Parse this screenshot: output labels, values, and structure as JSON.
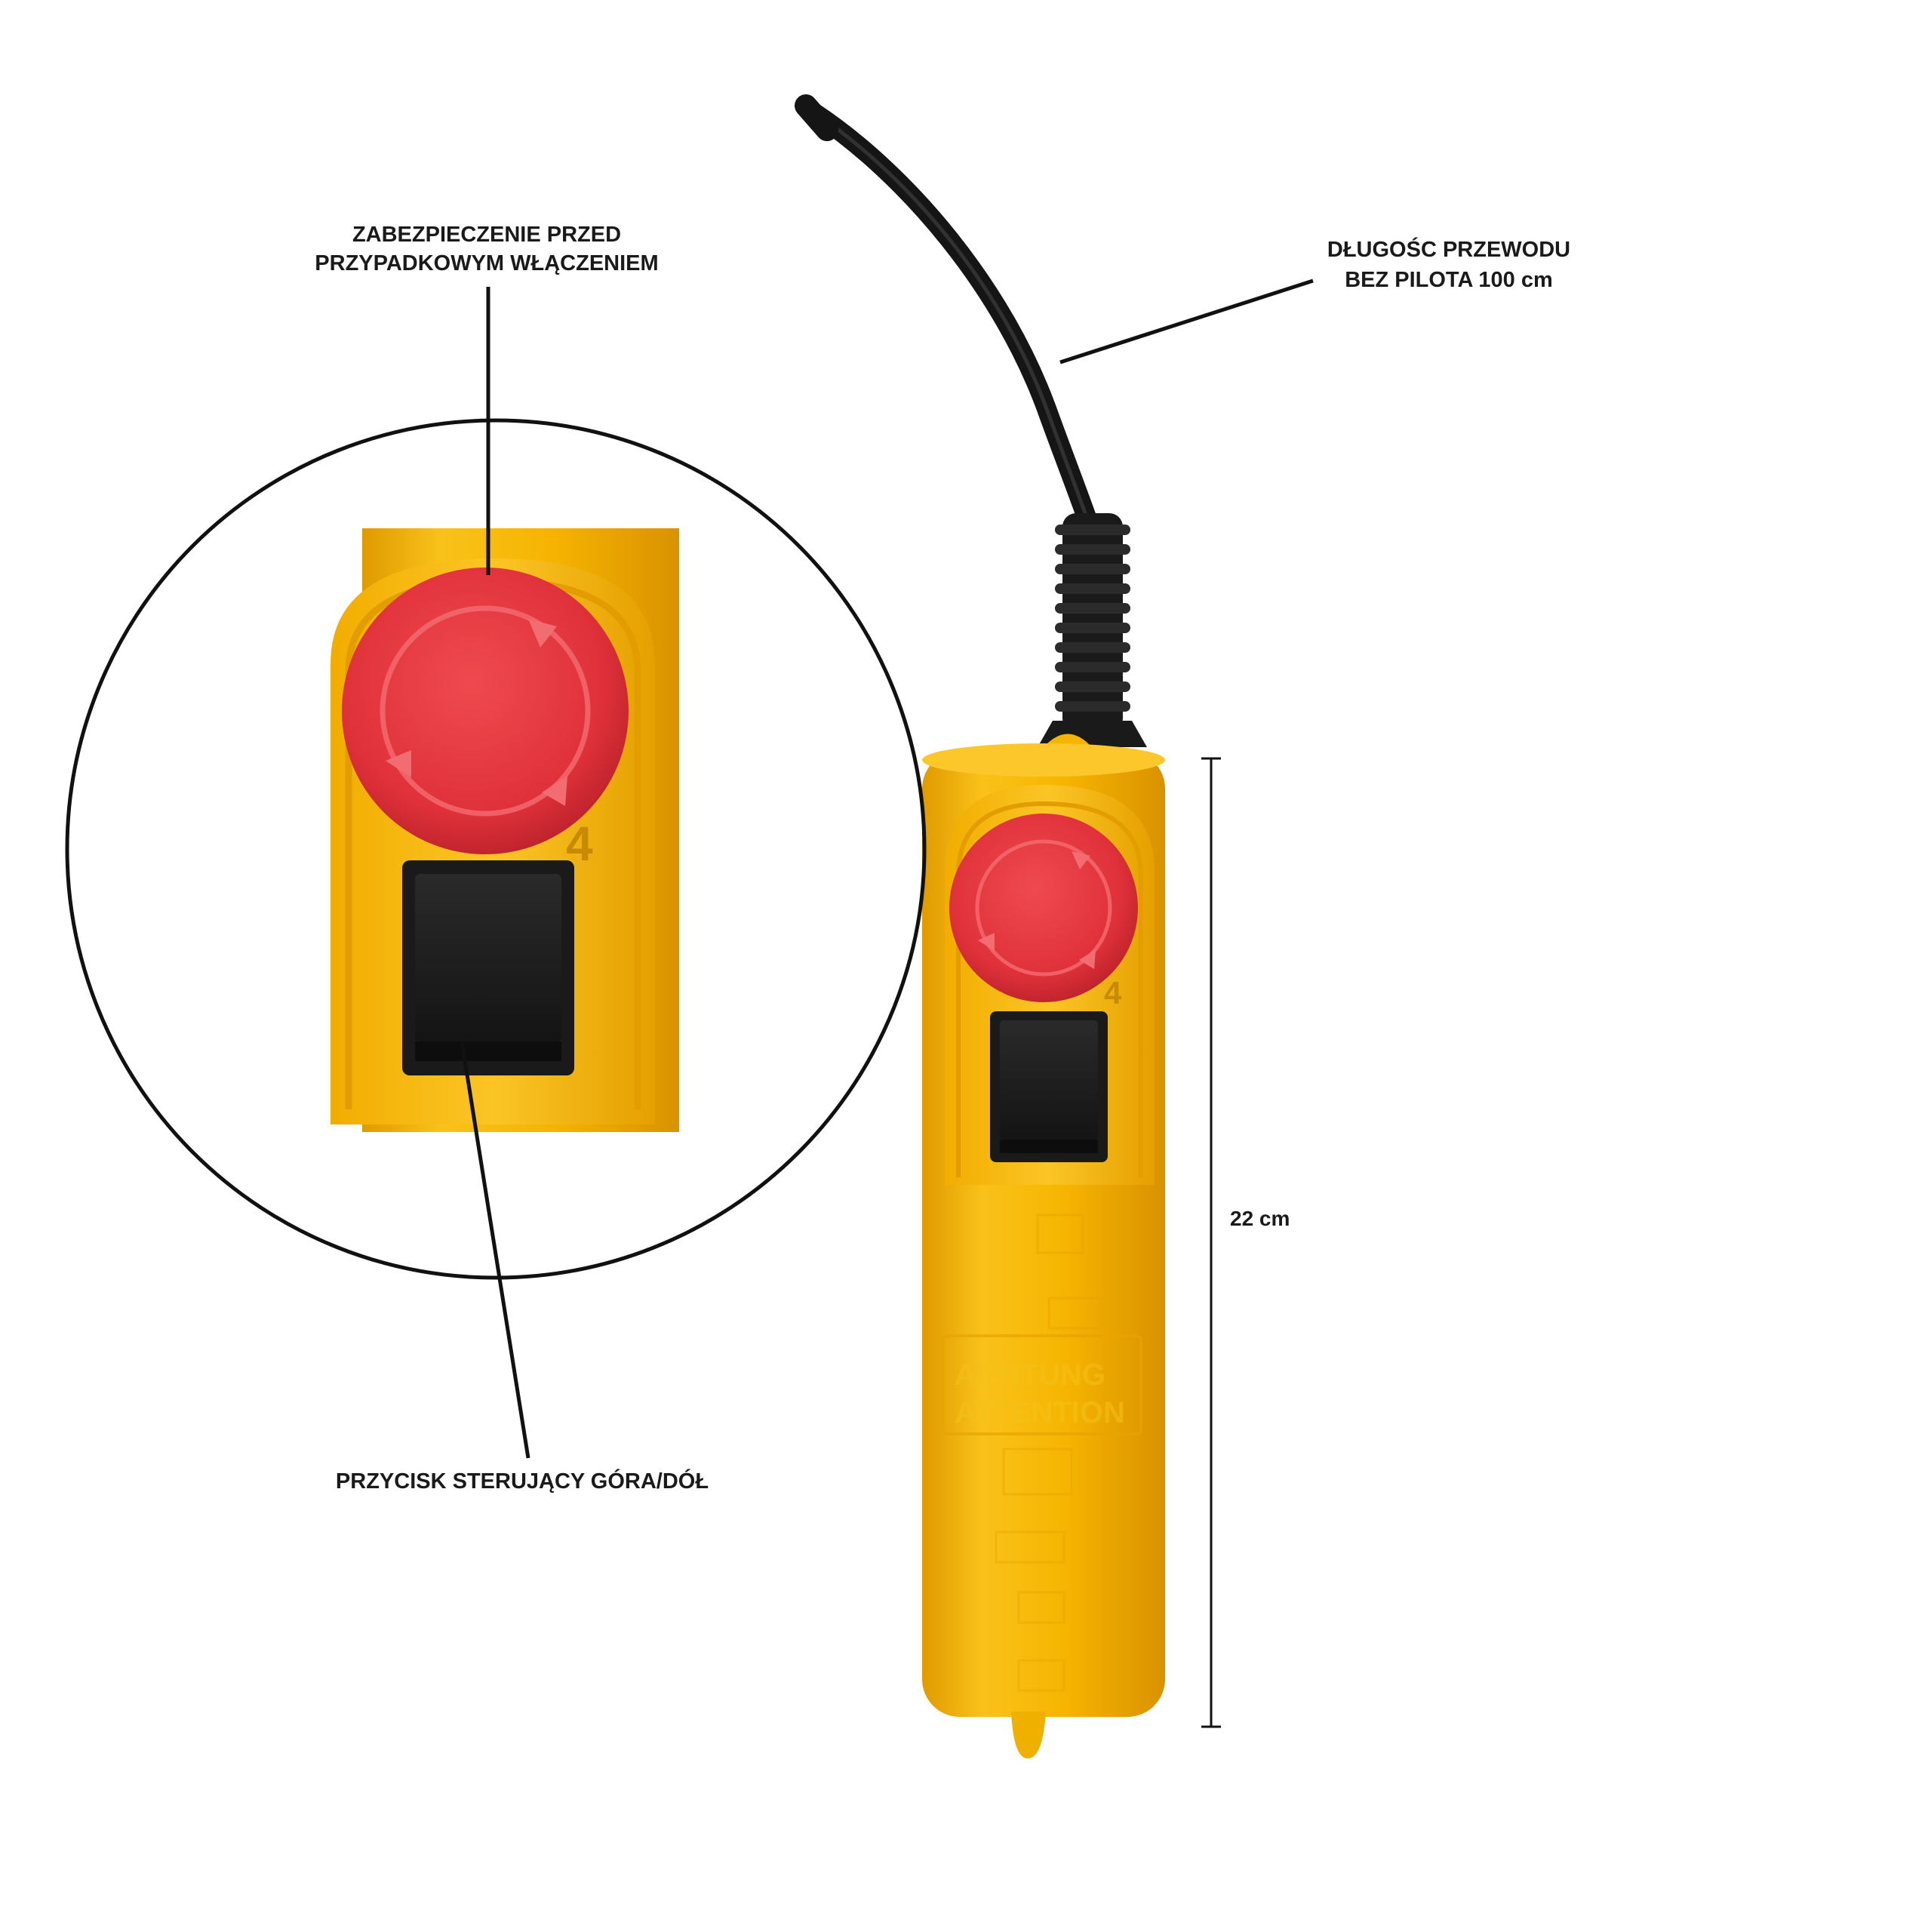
{
  "annotations": {
    "safety_line1": "ZABEZPIECZENIE PRZED",
    "safety_line2": "PRZYPADKOWYM WŁĄCZENIEM",
    "cable_line1": "DŁUGOŚC PRZEWODU",
    "cable_line2": "BEZ PILOTA 100 cm",
    "control_button": "PRZYCISK STERUJĄCY GÓRA/DÓŁ",
    "height_dimension": "22 cm"
  },
  "device": {
    "digit_marking": "4",
    "embossed_1": "ACHTUNG",
    "embossed_2": "ATTENTION"
  },
  "colors": {
    "body_yellow": "#f6b400",
    "button_red": "#e0313a",
    "switch_black": "#1c1c1c",
    "cable_black": "#151515"
  }
}
